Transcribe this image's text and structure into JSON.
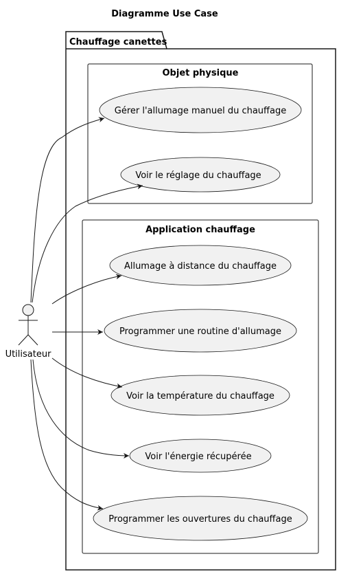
{
  "diagram": {
    "title": "Diagramme Use Case",
    "package": {
      "label": "Chauffage canettes"
    },
    "actor": {
      "label": "Utilisateur"
    },
    "boxes": [
      {
        "label": "Objet physique",
        "use_cases": [
          "Gérer l'allumage manuel du chauffage",
          "Voir le réglage du chauffage"
        ]
      },
      {
        "label": "Application chauffage",
        "use_cases": [
          "Allumage à distance du chauffage",
          "Programmer une routine d'allumage",
          "Voir la température du chauffage",
          "Voir l'énergie récupérée",
          "Programmer les ouvertures du chauffage"
        ]
      }
    ]
  }
}
